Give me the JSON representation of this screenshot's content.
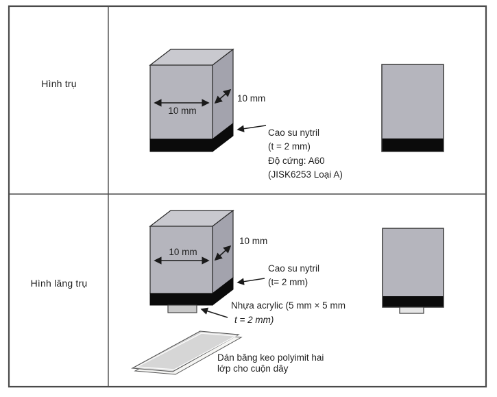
{
  "rows": [
    {
      "label": "Hình trụ",
      "width_label": "10 mm",
      "depth_label": "10 mm",
      "rubber": [
        "Cao su nytril",
        "(t = 2 mm)"
      ],
      "hardness": [
        "Độ cứng: A60",
        "(JISK6253 Loại A)"
      ]
    },
    {
      "label": "Hình lăng trụ",
      "width_label": "10 mm",
      "depth_label": "10 mm",
      "rubber": [
        "Cao su nytril",
        "(t= 2 mm)"
      ],
      "acrylic": [
        "Nhựa acrylic (5 mm × 5 mm",
        "t = 2 mm)"
      ],
      "tape": [
        "Dán băng keo polyimit hai",
        "lớp cho cuộn dây"
      ]
    }
  ],
  "colors": {
    "cube_front": "#b5b5bd",
    "cube_top": "#c9c9cf",
    "cube_side": "#a3a3ad",
    "rubber_black": "#0b0b0b",
    "acrylic_tab": "#c9c9c9",
    "tape_plate": "#d6d6d6",
    "table_border": "#4a4a4a"
  }
}
